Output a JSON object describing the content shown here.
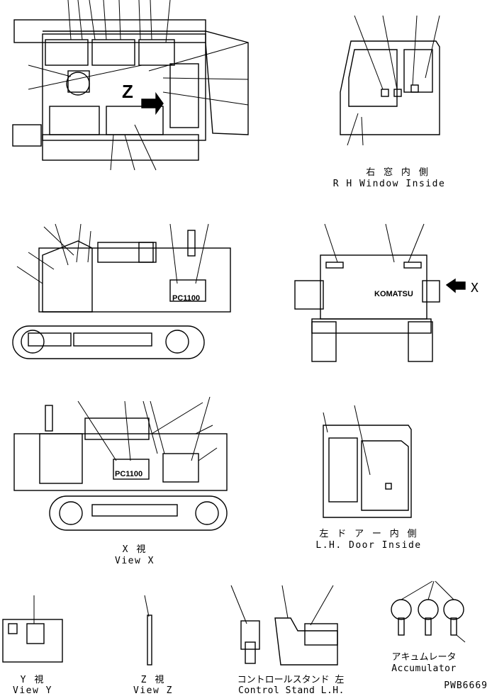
{
  "drawing_code": "PWB6669",
  "views": {
    "top": {
      "label_x": "Z"
    },
    "rh_window": {
      "caption_jp": "右 窓 内 側",
      "caption_en": "R H  Window Inside"
    },
    "rear": {
      "label_x": "X",
      "brand": "KOMATSU"
    },
    "lh_door": {
      "caption_jp": "左 ド ア ー 内 側",
      "caption_en": "L.H. Door Inside"
    },
    "view_x": {
      "caption_jp": "X  視",
      "caption_en": "View X",
      "model": "PC1100"
    },
    "side": {
      "model": "PC1100"
    },
    "view_y": {
      "caption_jp": "Y  視",
      "caption_en": "View Y"
    },
    "view_z": {
      "caption_jp": "Z  視",
      "caption_en": "View Z"
    },
    "control_stand": {
      "caption_jp": "コントロールスタンド 左",
      "caption_en": "Control Stand L.H."
    },
    "accumulator": {
      "caption_jp": "アキュムレータ",
      "caption_en": "Accumulator"
    }
  }
}
